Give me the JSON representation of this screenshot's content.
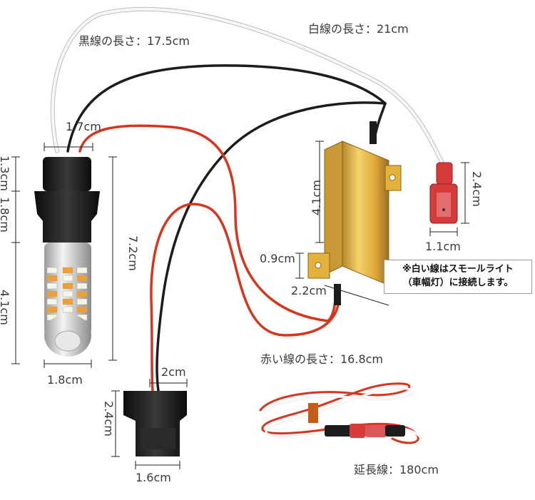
{
  "labels": {
    "black_wire_length": "黒線の長さ：17.5cm",
    "white_wire_length": "白線の長さ：21cm",
    "red_wire_length": "赤い線の長さ：16.8cm",
    "extension_wire": "延長線：180cm",
    "socket_wire_gap": "1.7cm",
    "bulb_base_height": "1.3cm",
    "bulb_collar_height": "1.8cm",
    "bulb_body_height": "4.1cm",
    "bulb_total_height": "7.2cm",
    "bulb_width": "1.8cm",
    "resistor_length": "4.1cm",
    "resistor_height": "0.9cm",
    "resistor_width": "2.2cm",
    "terminal_height": "2.4cm",
    "terminal_width": "1.1cm",
    "connector_top_width": "2cm",
    "connector_height": "2.4cm",
    "connector_width": "1.6cm"
  },
  "note": {
    "line1": "※白い線はスモールライト",
    "line2": "（車幅灯）に接続します。"
  },
  "colors": {
    "white_wire": "#f2f2f2",
    "black_wire": "#1a1a1a",
    "red_wire": "#d8351f",
    "resistor_gold": "#e3b23c",
    "terminal_red": "#d63a3a",
    "led_amber": "#f0a030",
    "led_white": "#f5f5e8"
  }
}
